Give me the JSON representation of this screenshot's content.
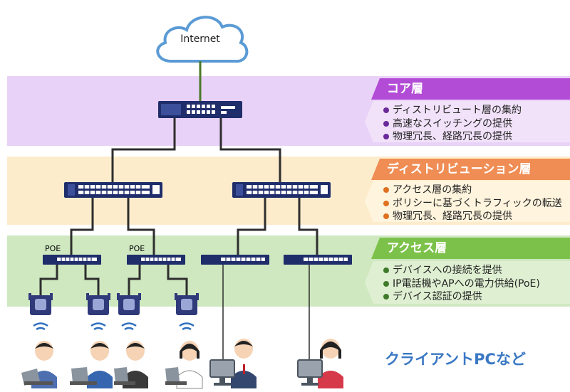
{
  "internet": {
    "label": "Internet"
  },
  "layers": {
    "core": {
      "title": "コア層",
      "color": "#b24bd6",
      "bullets": [
        "ディストリビュート層の集約",
        "高速なスイッチングの提供",
        "物理冗長、経路冗長の提供"
      ]
    },
    "distribution": {
      "title": "ディストリビューション層",
      "color": "#ef8d54",
      "bullets": [
        "アクセス層の集約",
        "ポリシーに基づくトラフィックの転送",
        "物理冗長、経路冗長の提供"
      ]
    },
    "access": {
      "title": "アクセス層",
      "color": "#7cc24a",
      "bullets": [
        "デバイスへの接続を提供",
        "IP電話機やAPへの電力供給(PoE)",
        "デバイス認証の提供"
      ]
    }
  },
  "poe_labels": [
    "POE",
    "POE"
  ],
  "clients_label": "クライアントPCなど",
  "colors": {
    "switch_body": "#1f2d6b",
    "link": "#2e2e2e",
    "uplink": "#4a7a2a",
    "wifi": "#2f6fc0"
  }
}
